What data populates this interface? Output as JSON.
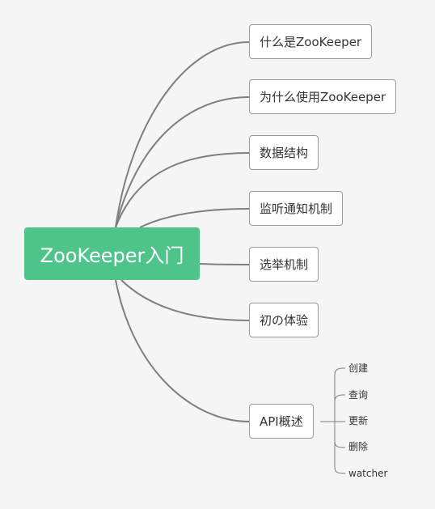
{
  "mindmap": {
    "root": {
      "label": "ZooKeeper入门",
      "color": "#4fc48a"
    },
    "topics": [
      {
        "label": "什么是ZooKeeper"
      },
      {
        "label": "为什么使用ZooKeeper"
      },
      {
        "label": "数据结构"
      },
      {
        "label": "监听通知机制"
      },
      {
        "label": "选举机制"
      },
      {
        "label": "初の体验"
      },
      {
        "label": "API概述",
        "children": [
          "创建",
          "查询",
          "更新",
          "删除",
          "watcher"
        ]
      }
    ]
  }
}
